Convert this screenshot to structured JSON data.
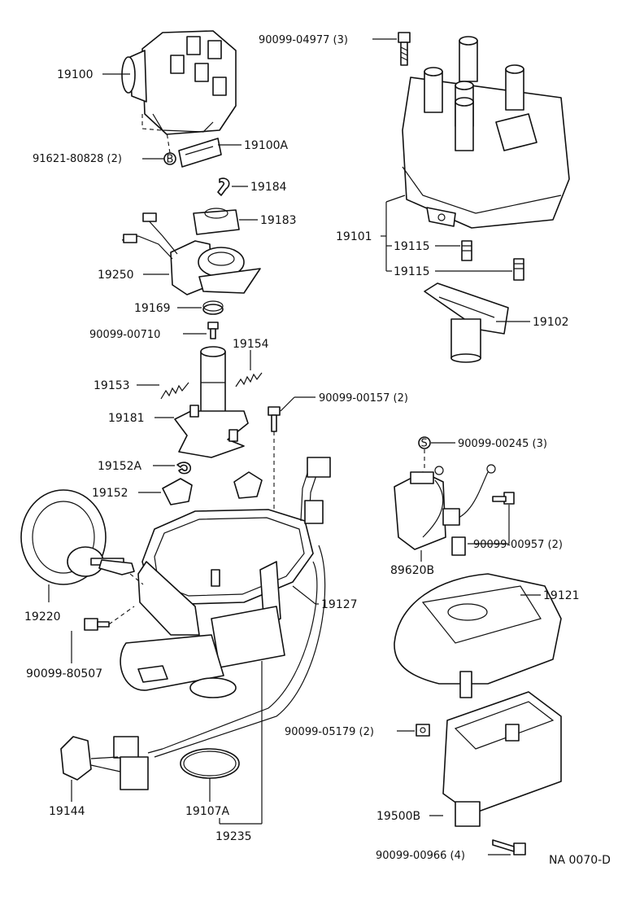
{
  "diagram": {
    "code": "NA 0070-D",
    "labels": {
      "p19100": "19100",
      "p19100A": "19100A",
      "p91621": "91621-80828 (2)",
      "circle_B": "B",
      "p90099_04977": "90099-04977 (3)",
      "p19184": "19184",
      "p19183": "19183",
      "p19101": "19101",
      "p19115_a": "19115",
      "p19115_b": "19115",
      "p19250": "19250",
      "p19169": "19169",
      "p19102": "19102",
      "p90099_00710": "90099-00710",
      "p19154": "19154",
      "p19153": "19153",
      "p90099_00157": "90099-00157 (2)",
      "p19181": "19181",
      "circle_S": "S",
      "p90099_00245": "90099-00245 (3)",
      "p19152A": "19152A",
      "p19152": "19152",
      "p90099_00957": "90099-00957 (2)",
      "p89620B": "89620B",
      "p19220": "19220",
      "p19127": "19127",
      "p19121": "19121",
      "p90099_80507": "90099-80507",
      "p90099_05179": "90099-05179 (2)",
      "p19144": "19144",
      "p19107A": "19107A",
      "p19500B": "19500B",
      "p19235": "19235",
      "p90099_00966": "90099-00966 (4)"
    }
  }
}
